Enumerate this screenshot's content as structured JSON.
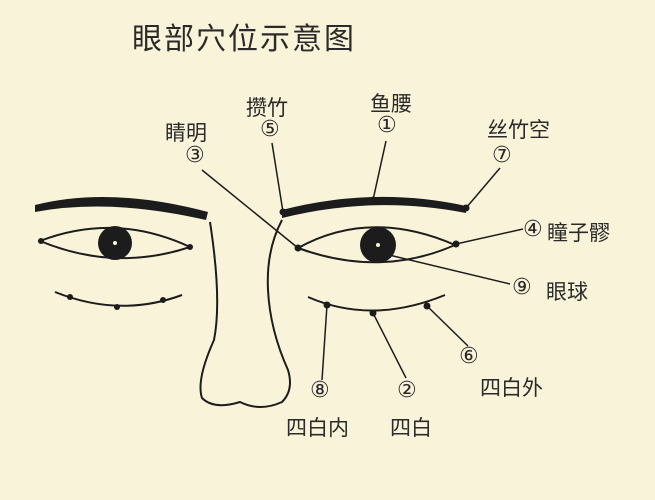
{
  "title": "眼部穴位示意图",
  "points": {
    "p1": {
      "number": "①",
      "name": "鱼腰"
    },
    "p2": {
      "number": "②",
      "name": "四白"
    },
    "p3": {
      "number": "③",
      "name": "睛明"
    },
    "p4": {
      "number": "④",
      "name": "瞳子髎"
    },
    "p5": {
      "number": "⑤",
      "name": "攒竹"
    },
    "p6": {
      "number": "⑥",
      "name": "四白外"
    },
    "p7": {
      "number": "⑦",
      "name": "丝竹空"
    },
    "p8": {
      "number": "⑧",
      "name": "四白内"
    },
    "p9": {
      "number": "⑨",
      "name": "眼球"
    }
  },
  "colors": {
    "background": "#f9f4d9",
    "ink": "#1c1c1c"
  }
}
